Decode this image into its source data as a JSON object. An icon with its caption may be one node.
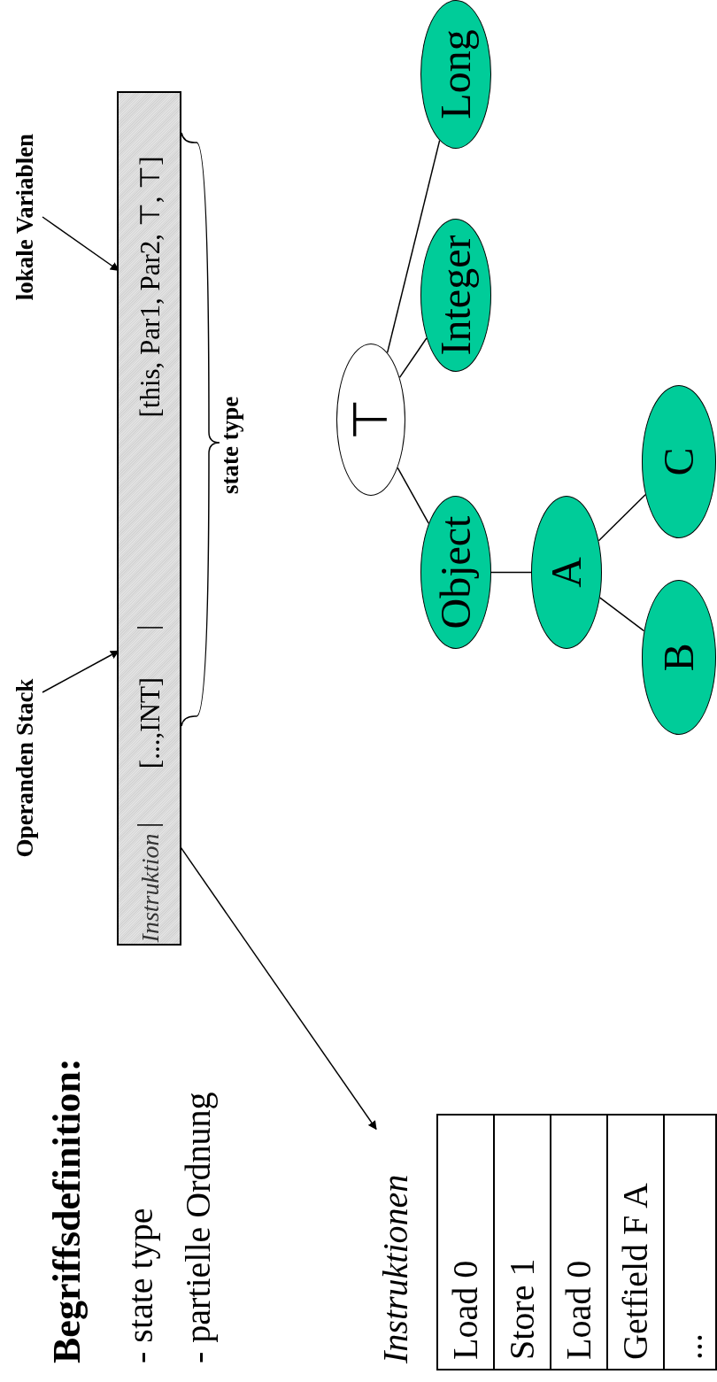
{
  "diagram": {
    "title": "Begriffsdefinition:",
    "nodes": [
      {
        "text": [
          "|",
          "|"
        ]
      },
      {
        "text": [
          "Instruktion"
        ],
        "in": 0
      },
      {
        "text": [
          "[...,INT]"
        ],
        "in": 0
      },
      {
        "text": [
          "[this, Par1, Par2, ⊤, ⊤]"
        ],
        "in": 0
      },
      {
        "text": [
          "Operanden Stack"
        ]
      },
      {
        "text": [
          "lokale Variablen"
        ]
      },
      {
        "text": [
          "Instruktionen"
        ]
      },
      {
        "text": [
          "Load 0"
        ],
        "in": 6
      },
      {
        "text": [
          "Store 1"
        ],
        "in": 6
      },
      {
        "text": [
          "Load 0"
        ],
        "in": 6
      },
      {
        "text": [
          "Getfield F A"
        ],
        "in": 6
      },
      {
        "text": [
          "..."
        ],
        "in": 6
      },
      {
        "text": [
          "⊤"
        ]
      },
      {
        "text": [
          "Object"
        ]
      },
      {
        "text": [
          "Integer"
        ]
      },
      {
        "text": [
          "Long"
        ]
      },
      {
        "text": [
          "A"
        ]
      },
      {
        "text": [
          "B"
        ]
      },
      {
        "text": [
          "C"
        ]
      }
    ],
    "edges": [
      {
        "from": 4,
        "to": 2,
        "arrow": "to"
      },
      {
        "from": 5,
        "to": 3,
        "arrow": "to"
      },
      {
        "from": 1,
        "to": 6,
        "arrow": "to"
      },
      {
        "from": 12,
        "to": 13,
        "arrow": "none"
      },
      {
        "from": 12,
        "to": 14,
        "arrow": "none"
      },
      {
        "from": 12,
        "to": 15,
        "arrow": "none"
      },
      {
        "from": 13,
        "to": 16,
        "arrow": "none"
      },
      {
        "from": 16,
        "to": 17,
        "arrow": "none"
      },
      {
        "from": 16,
        "to": 18,
        "arrow": "none"
      }
    ],
    "labels": [
      "- state type",
      "- partielle Ordnung",
      "state type"
    ]
  }
}
